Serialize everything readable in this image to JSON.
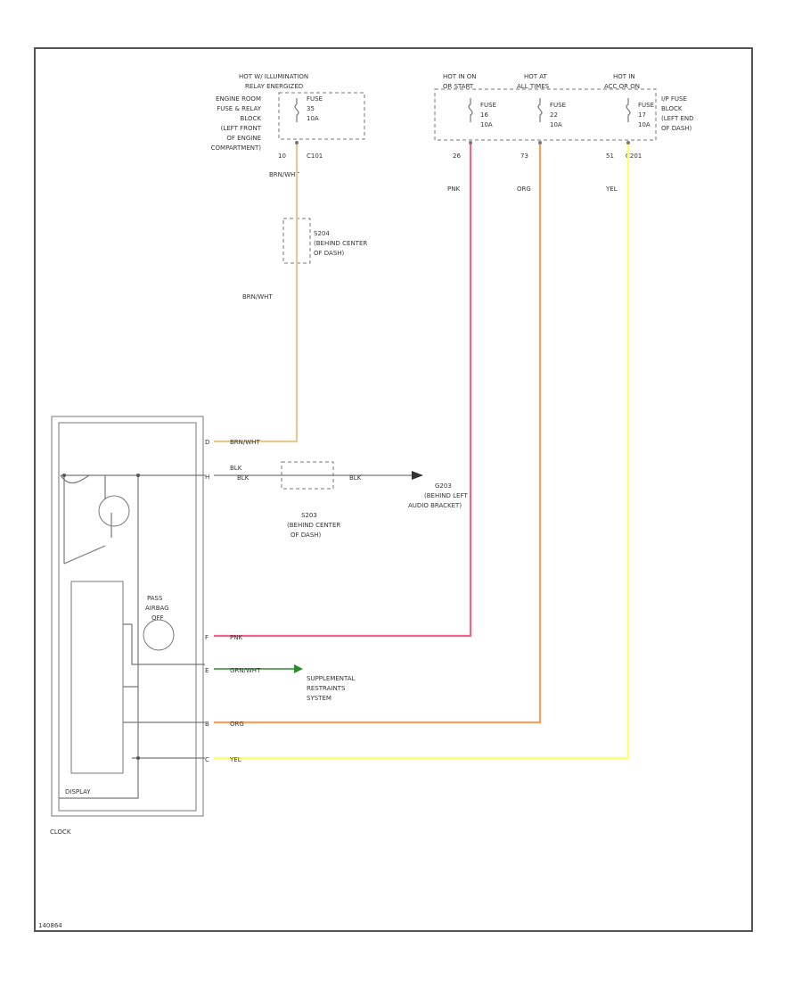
{
  "fuses": {
    "illum": {
      "header_line1": "HOT W/ ILLUMINATION",
      "header_line2": "RELAY ENERGIZED",
      "loc_lines": [
        "ENGINE ROOM",
        "FUSE & RELAY",
        "BLOCK",
        "(LEFT FRONT",
        "OF ENGINE",
        "COMPARTMENT)"
      ],
      "fuse_lines": [
        "FUSE",
        "35",
        "10A"
      ],
      "pin": "10",
      "connector": "C101",
      "wire": "BRN/WHT"
    },
    "f16": {
      "header_line1": "HOT IN ON",
      "header_line2": "OR START",
      "fuse_lines": [
        "FUSE",
        "16",
        "10A"
      ],
      "pin": "26",
      "wire": "PNK"
    },
    "f22": {
      "header_line1": "HOT AT",
      "header_line2": "ALL TIMES",
      "fuse_lines": [
        "FUSE",
        "22",
        "10A"
      ],
      "pin": "73",
      "wire": "ORG"
    },
    "f17": {
      "header_line1": "HOT IN",
      "header_line2": "ACC OR ON",
      "fuse_lines": [
        "FUSE",
        "17",
        "10A"
      ],
      "pin": "51",
      "connector": "C201",
      "wire": "YEL"
    },
    "ip_block_lines": [
      "I/P FUSE",
      "BLOCK",
      "(LEFT END",
      "OF DASH)"
    ]
  },
  "splice_s204": {
    "id": "S204",
    "loc_lines": [
      "(BEHIND CENTER",
      "OF DASH)"
    ],
    "wire_below": "BRN/WHT"
  },
  "splice_s203": {
    "id": "S203",
    "loc_lines": [
      "(BEHIND CENTER",
      "OF DASH)"
    ]
  },
  "ground_g203": {
    "id": "G203",
    "loc_lines": [
      "(BEHIND LEFT",
      "AUDIO BRACKET)"
    ]
  },
  "clock": {
    "label": "CLOCK",
    "display_label": "DISPLAY",
    "lamp_lines": [
      "PASS",
      "AIRBAG",
      "OFF"
    ],
    "pins": [
      {
        "num": "D",
        "wire": "BRN/WHT"
      },
      {
        "num": "H",
        "wire": "BLK"
      },
      {
        "num": "F",
        "wire": "PNK"
      },
      {
        "num": "E",
        "wire": "GRN/WHT"
      },
      {
        "num": "B",
        "wire": "ORG"
      },
      {
        "num": "C",
        "wire": "YEL"
      }
    ],
    "splice_wire": "BLK"
  },
  "srs_lines": [
    "SUPPLEMENTAL",
    "RESTRAINTS",
    "SYSTEM"
  ],
  "footer_code": "140864",
  "colors": {
    "brnwht": "#e6c98f",
    "pnk": "#f2628a",
    "org": "#f5a25c",
    "yel": "#ffff66",
    "grnwht": "#2e8b2e"
  }
}
